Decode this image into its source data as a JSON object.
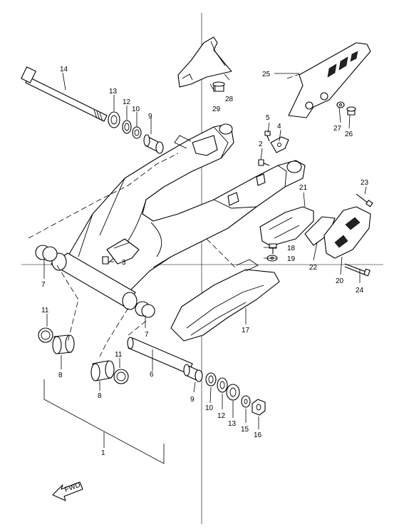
{
  "callouts": {
    "c1": "1",
    "c2": "2",
    "c3": "3",
    "c4": "4",
    "c5": "5",
    "c6": "6",
    "c7a": "7",
    "c7b": "7",
    "c8a": "8",
    "c8b": "8",
    "c9a": "9",
    "c9b": "9",
    "c10a": "10",
    "c10b": "10",
    "c11a": "11",
    "c11b": "11",
    "c12a": "12",
    "c12b": "12",
    "c13a": "13",
    "c13b": "13",
    "c14": "14",
    "c15": "15",
    "c16": "16",
    "c17": "17",
    "c18": "18",
    "c19": "19",
    "c20": "20",
    "c21": "21",
    "c22": "22",
    "c23": "23",
    "c24": "24",
    "c25": "25",
    "c26": "26",
    "c27": "27",
    "c28": "28",
    "c29": "29"
  },
  "fwd_label": "FWD"
}
